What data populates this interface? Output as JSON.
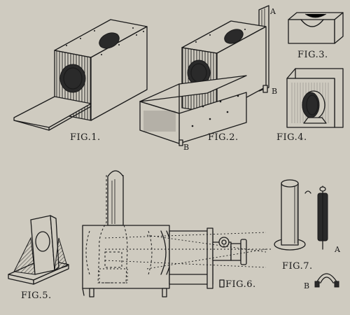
{
  "labels": {
    "fig1": "FIG.1.",
    "fig2": "FIG.2.",
    "fig3": "FIG.3.",
    "fig4": "FIG.4.",
    "fig5": "FIG.5.",
    "fig6": "FIG.6.",
    "fig7": "FIG.7.",
    "part_a_fig2": "A",
    "part_b_fig2_right": "B",
    "part_b_fig2_left": "B",
    "part_a_fig7": "A",
    "part_b_fig7": "B"
  }
}
